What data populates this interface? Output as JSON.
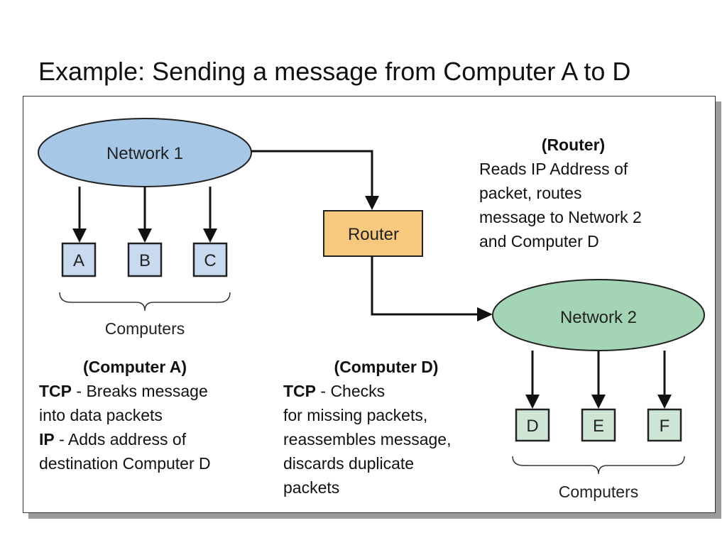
{
  "title": "Example: Sending a message from Computer A to D",
  "diagram": {
    "network1_label": "Network 1",
    "network2_label": "Network 2",
    "router_label": "Router",
    "computers_group1": [
      "A",
      "B",
      "C"
    ],
    "computers_group2": [
      "D",
      "E",
      "F"
    ],
    "computers_caption_left": "Computers",
    "computers_caption_right": "Computers",
    "colors": {
      "network1_fill": "#a7c7e7",
      "network2_fill": "#a3d4b3",
      "router_fill": "#f7c97e",
      "computer1_fill": "#c9d9f0",
      "computer2_fill": "#cfe6d6"
    }
  },
  "router_note": {
    "heading": "(Router)",
    "lines": [
      "Reads IP Address of",
      "packet, routes",
      "message to Network 2",
      "and Computer D"
    ]
  },
  "computer_a_note": {
    "heading": "(Computer A)",
    "tcp_term": "TCP",
    "tcp_line1": " - Breaks message",
    "tcp_line2": "into data packets",
    "ip_term": "IP",
    "ip_line1": " - Adds address of",
    "ip_line2": "destination Computer D"
  },
  "computer_d_note": {
    "heading": "(Computer D)",
    "tcp_term": "TCP",
    "tcp_line1": " - Checks",
    "lines": [
      "for missing packets,",
      "reassembles message,",
      "discards duplicate",
      "packets"
    ]
  }
}
